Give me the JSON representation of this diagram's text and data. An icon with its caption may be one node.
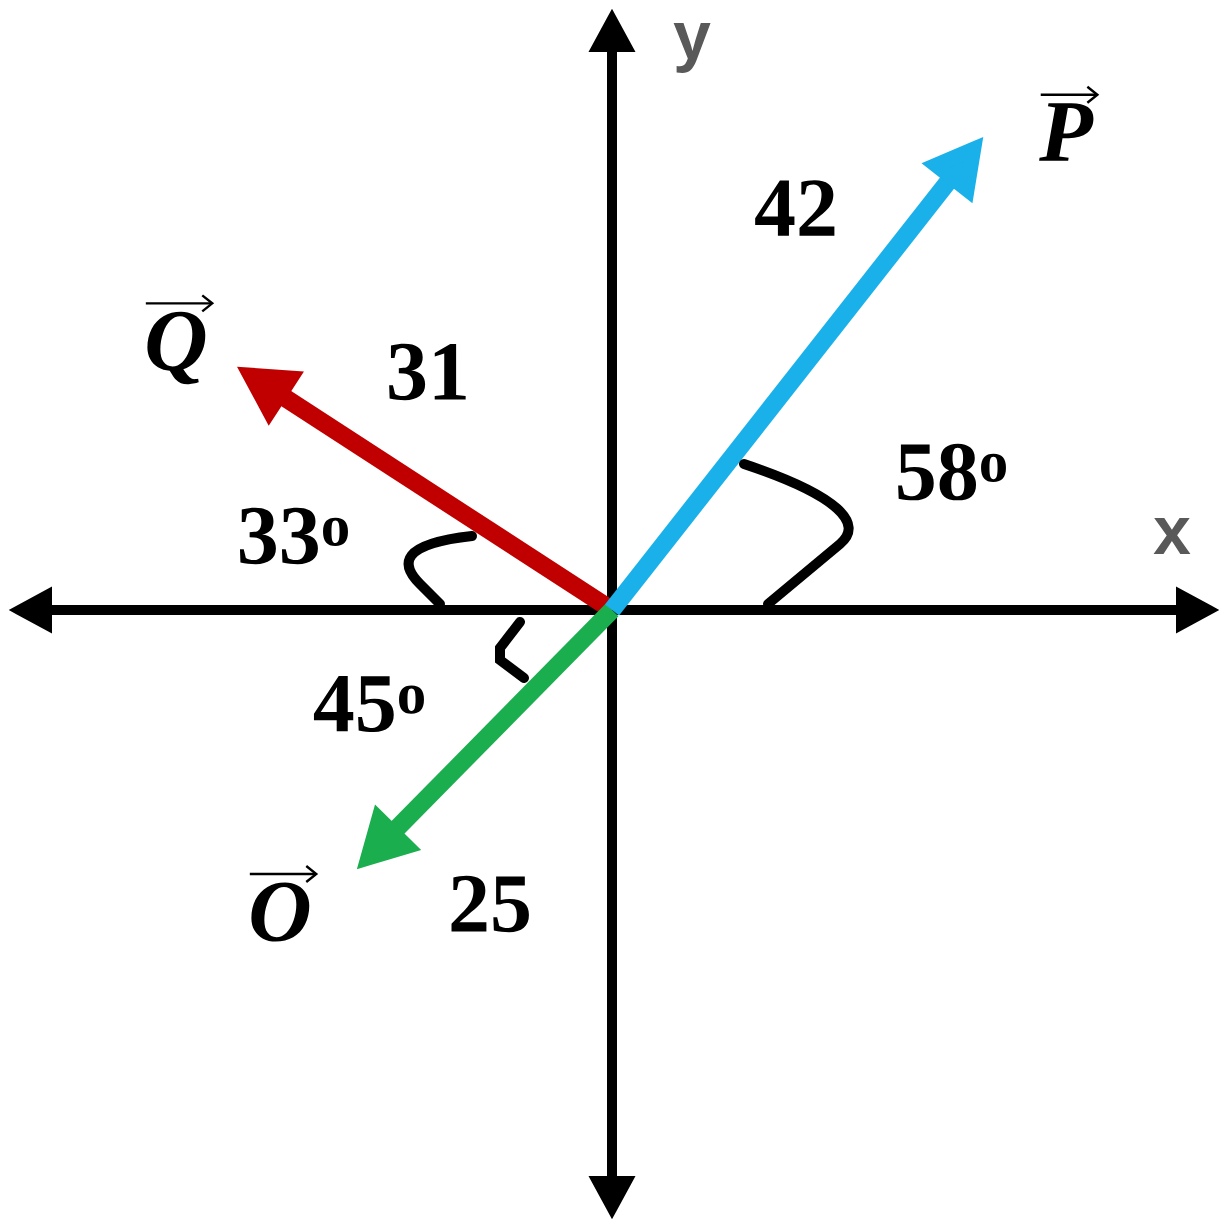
{
  "diagram": {
    "labels": [
      "y",
      "P",
      "42",
      "Q",
      "31",
      "58$^{o}$",
      "x",
      "33$^{o}$",
      "45$^{o}$",
      "O",
      "25"
    ]
  }
}
